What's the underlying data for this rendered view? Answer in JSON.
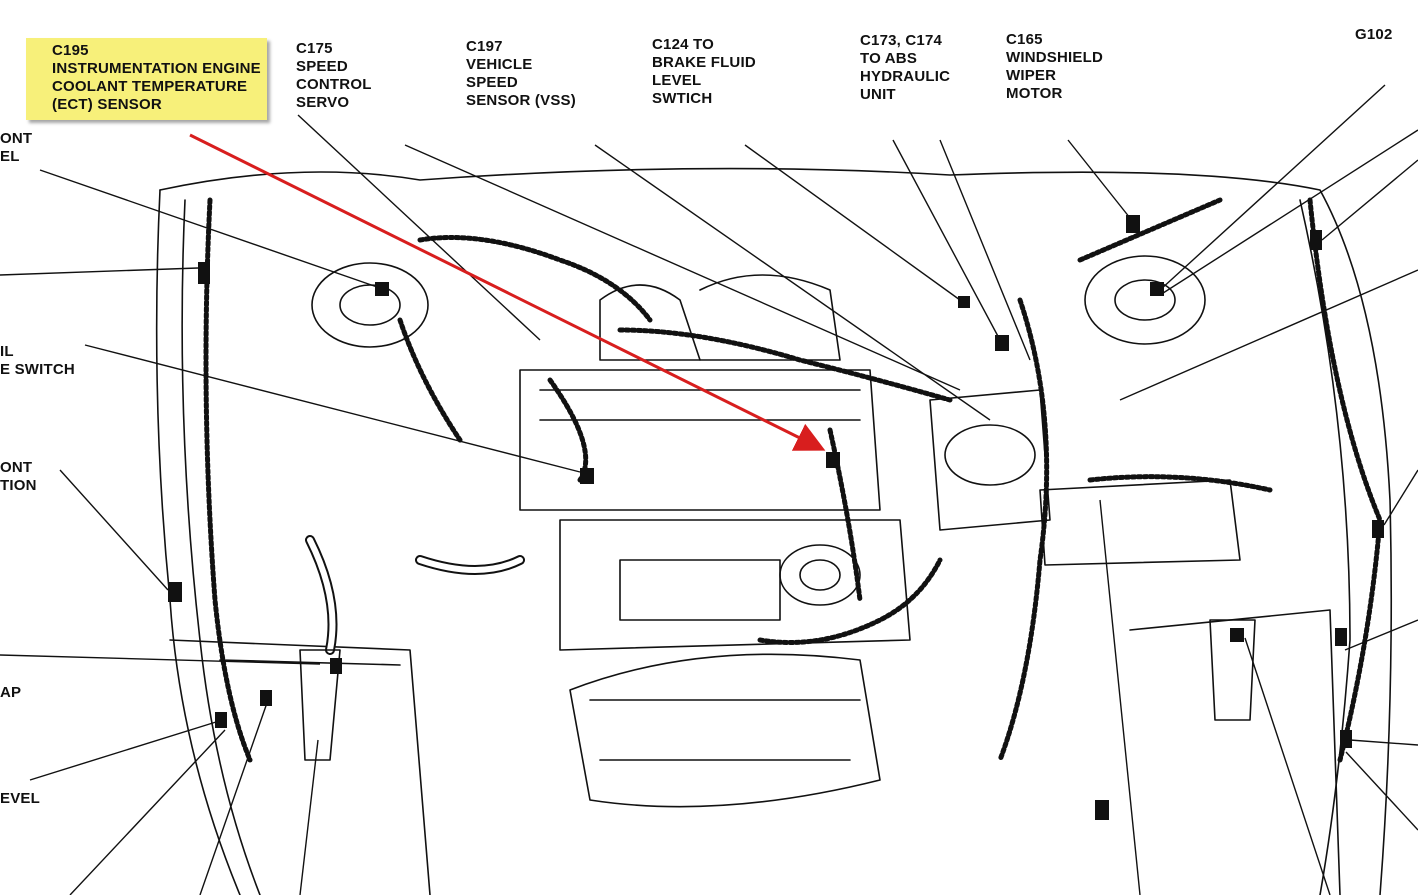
{
  "diagram": {
    "highlight_color": "#f7f07a",
    "arrow_color": "#d81e1e",
    "labels": {
      "c195": "C195\nINSTRUMENTATION ENGINE\nCOOLANT TEMPERATURE\n(ECT) SENSOR",
      "c175": "C175\nSPEED\nCONTROL\nSERVO",
      "c197": "C197\nVEHICLE\nSPEED\nSENSOR (VSS)",
      "c124": "C124 TO\nBRAKE FLUID\nLEVEL\nSWTICH",
      "c173": "C173, C174\nTO ABS\nHYDRAULIC\nUNIT",
      "c165": "C165\nWINDSHIELD\nWIPER\nMOTOR",
      "g102": "G102",
      "left1": "ONT\nEL",
      "left2": "IL\nE SWITCH",
      "left3": "ONT\nTION",
      "left4": "AP",
      "left5": "EVEL"
    }
  }
}
